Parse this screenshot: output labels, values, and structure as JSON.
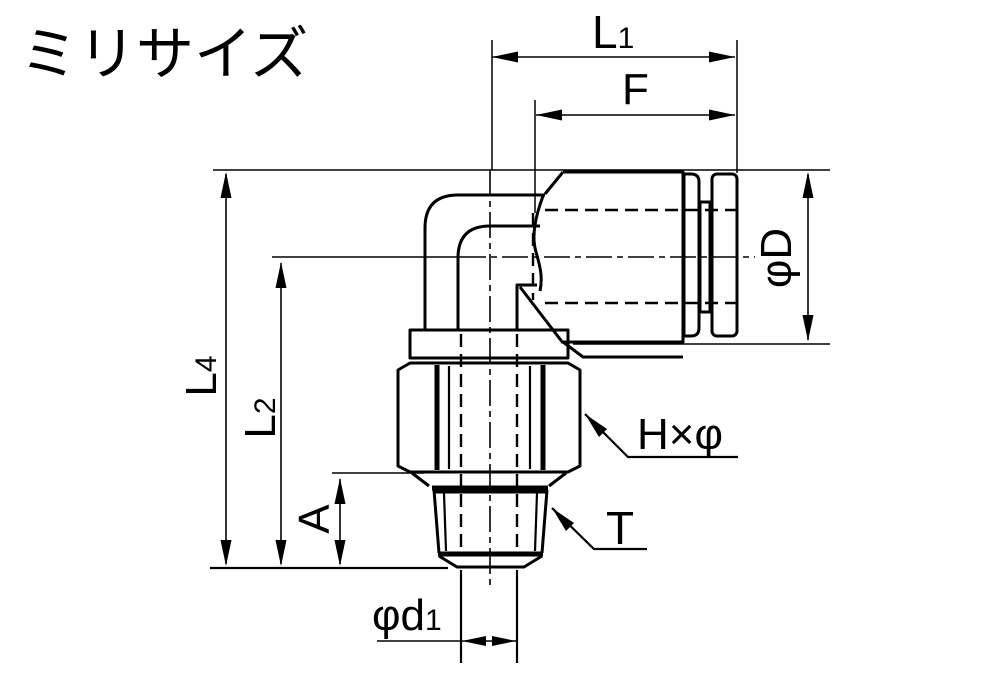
{
  "title": "ミリサイズ",
  "labels": {
    "l1": {
      "base": "L",
      "sub": "1"
    },
    "f": "F",
    "phi_d": "φD",
    "l4": {
      "base": "L",
      "sub": "4"
    },
    "l2": {
      "base": "L",
      "sub": "2"
    },
    "a": "A",
    "hex": "H×φ",
    "thread": "T",
    "phi_d1": {
      "base": "φd",
      "sub": "1"
    }
  },
  "colors": {
    "line": "#000000",
    "background": "#ffffff"
  }
}
